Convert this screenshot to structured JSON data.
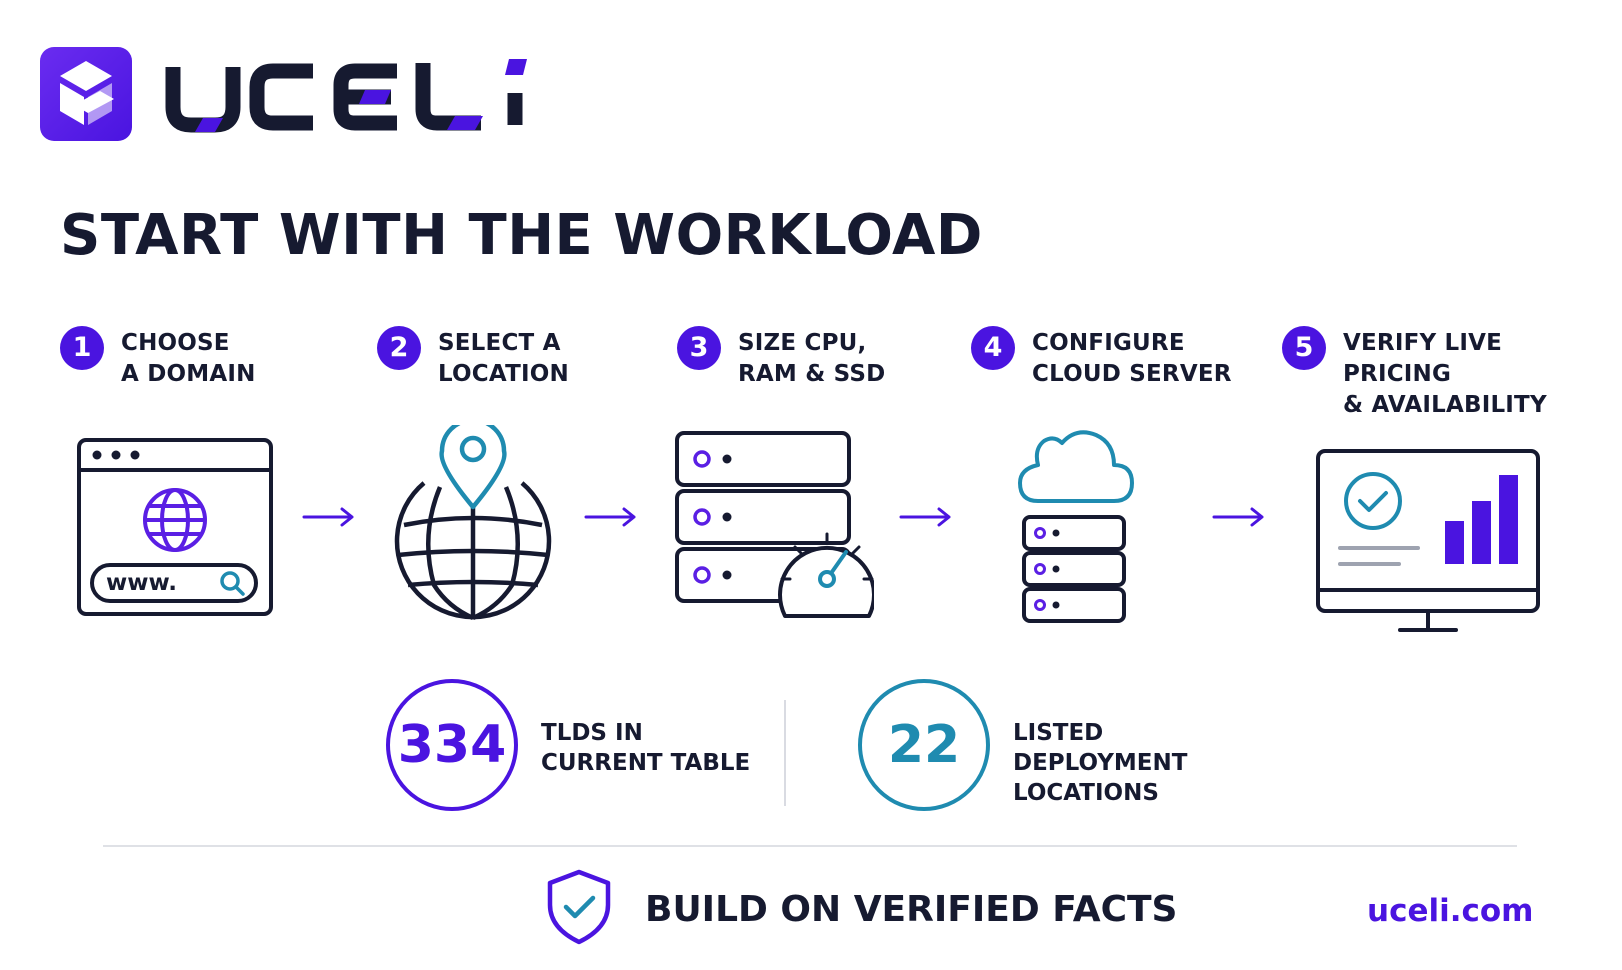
{
  "brand": {
    "name": "UCELi",
    "logo_text": "UCELi",
    "url": "uceli.com",
    "colors": {
      "primary": "#4a14e0",
      "teal": "#1f8bb0",
      "ink": "#161a30"
    }
  },
  "headline": "START WITH THE WORKLOAD",
  "steps": [
    {
      "number": "1",
      "line1": "CHOOSE",
      "line2": "A DOMAIN",
      "icon": "browser-domain-search-icon",
      "address_text": "www."
    },
    {
      "number": "2",
      "line1": "SELECT A",
      "line2": "LOCATION",
      "icon": "globe-location-pin-icon"
    },
    {
      "number": "3",
      "line1": "SIZE CPU,",
      "line2": "RAM & SSD",
      "icon": "server-gauge-icon"
    },
    {
      "number": "4",
      "line1": "CONFIGURE",
      "line2": "CLOUD SERVER",
      "icon": "cloud-server-icon"
    },
    {
      "number": "5",
      "line1": "VERIFY LIVE PRICING",
      "line2": "& AVAILABILITY",
      "icon": "monitor-checkmark-chart-icon"
    }
  ],
  "stats": [
    {
      "value": "334",
      "line1": "TLDS IN",
      "line2": "CURRENT TABLE",
      "color": "#4a14e0"
    },
    {
      "value": "22",
      "line1": "LISTED DEPLOYMENT",
      "line2": "LOCATIONS",
      "color": "#1f8bb0"
    }
  ],
  "footer": {
    "tagline": "BUILD ON VERIFIED FACTS",
    "icon": "shield-check-icon",
    "url": "uceli.com"
  }
}
